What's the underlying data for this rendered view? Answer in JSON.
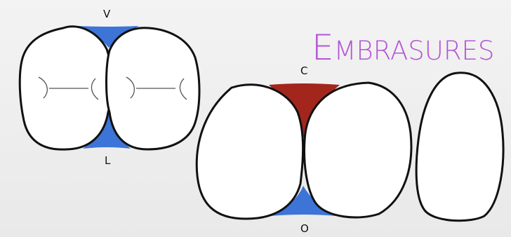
{
  "title": {
    "first": "E",
    "rest": "MBRASURES"
  },
  "labels": {
    "vestibular": "V",
    "lingual": "L",
    "cervical": "C",
    "occlusal": "O"
  },
  "colors": {
    "title": "#b455d6",
    "embrasure_blue": "#3d74d8",
    "embrasure_red": "#a3261d",
    "outline": "#111111",
    "tooth_fill": "#ffffff"
  }
}
